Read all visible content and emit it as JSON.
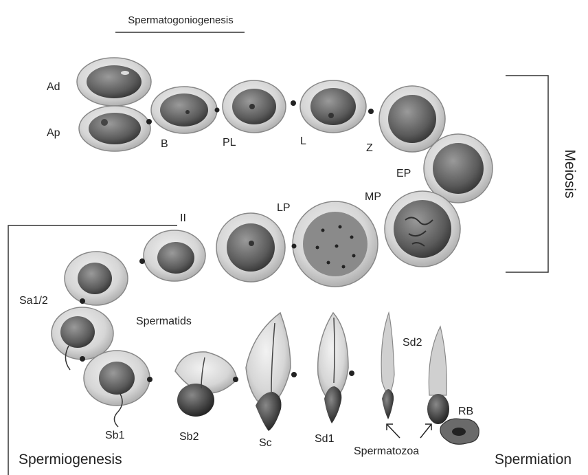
{
  "title": "Spermatogoniogenesis",
  "meiosis_label": "Meiosis",
  "spermiogenesis_label": "Spermiogenesis",
  "spermiation_label": "Spermiation",
  "spermatids_label": "Spermatids",
  "spermatozoa_label": "Spermatozoa",
  "stages": {
    "ad": "Ad",
    "ap": "Ap",
    "b": "B",
    "pl": "PL",
    "l": "L",
    "z": "Z",
    "ep": "EP",
    "mp": "MP",
    "lp": "LP",
    "ii": "II",
    "sa12": "Sa1/2",
    "sb1": "Sb1",
    "sb2": "Sb2",
    "sc": "Sc",
    "sd1": "Sd1",
    "sd2": "Sd2",
    "rb": "RB"
  },
  "colors": {
    "ink": "#222222",
    "cell_outer": "#d9d9d9",
    "cell_rim": "#8a8a8a",
    "nucleus": "#6e6e6e",
    "nucleus_dark": "#3c3c3c"
  }
}
